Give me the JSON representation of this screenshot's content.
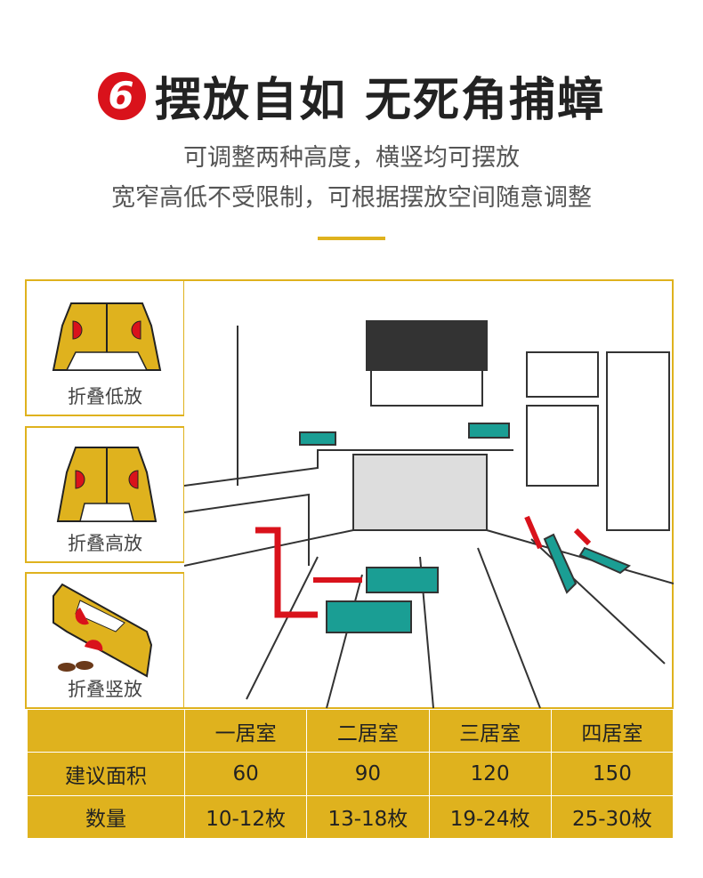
{
  "header": {
    "number": "6",
    "title": "摆放自如 无死角捕蟑",
    "line1": "可调整两种高度，横竖均可摆放",
    "line2": "宽窄高低不受限制，可根据摆放空间随意调整"
  },
  "panels": [
    {
      "label": "折叠低放"
    },
    {
      "label": "折叠高放"
    },
    {
      "label": "折叠竖放"
    }
  ],
  "colors": {
    "gold": "#dfb21e",
    "red": "#d9121b",
    "teal": "#1a9e94"
  },
  "table": {
    "headers": [
      "",
      "一居室",
      "二居室",
      "三居室",
      "四居室"
    ],
    "rows": [
      [
        "建议面积",
        "60",
        "90",
        "120",
        "150"
      ],
      [
        "数量",
        "10-12枚",
        "13-18枚",
        "19-24枚",
        "25-30枚"
      ]
    ]
  }
}
